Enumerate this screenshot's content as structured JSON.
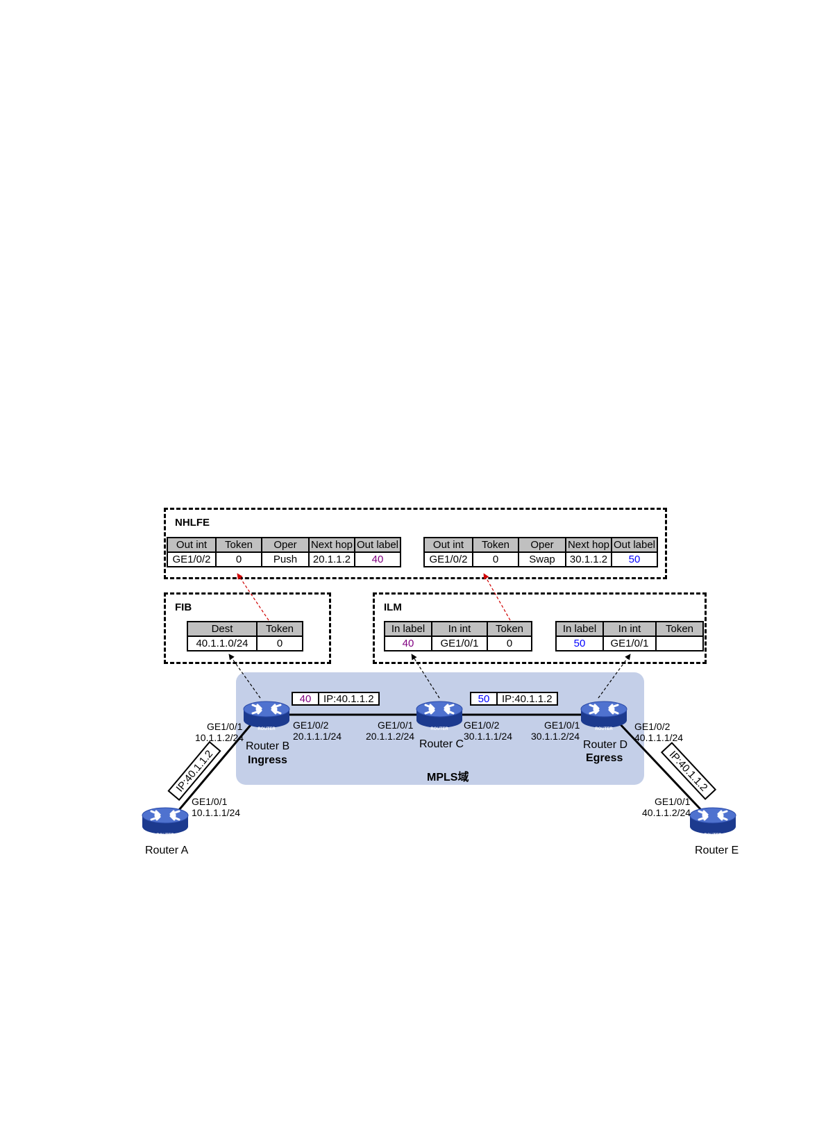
{
  "nhlfe": {
    "title": "NHLFE",
    "headers": [
      "Out int",
      "Token",
      "Oper",
      "Next hop",
      "Out label"
    ],
    "table1": [
      "GE1/0/2",
      "0",
      "Push",
      "20.1.1.2",
      "40"
    ],
    "table2": [
      "GE1/0/2",
      "0",
      "Swap",
      "30.1.1.2",
      "50"
    ]
  },
  "fib": {
    "title": "FIB",
    "headers": [
      "Dest",
      "Token"
    ],
    "row": [
      "40.1.1.0/24",
      "0"
    ]
  },
  "ilm": {
    "title": "ILM",
    "headers": [
      "In label",
      "In int",
      "Token"
    ],
    "table1": [
      "40",
      "GE1/0/1",
      "0"
    ],
    "table2": [
      "50",
      "GE1/0/1",
      ""
    ]
  },
  "domain": {
    "label": "MPLS域",
    "color": "#c4cfe8"
  },
  "packets": {
    "bc": {
      "label": "40",
      "ip": "IP:40.1.1.2"
    },
    "cd": {
      "label": "50",
      "ip": "IP:40.1.1.2"
    },
    "ab": "IP:40.1.1.2",
    "de": "IP:40.1.1.2"
  },
  "routers": {
    "icon_text": "ROUTER",
    "a": {
      "name": "Router A",
      "iface": "GE1/0/1",
      "ip": "10.1.1.1/24"
    },
    "b": {
      "name": "Router B",
      "role": "Ingress",
      "iface1": "GE1/0/1",
      "ip1": "10.1.1.2/24",
      "iface2": "GE1/0/2",
      "ip2": "20.1.1.1/24"
    },
    "c": {
      "name": "Router C",
      "iface1": "GE1/0/1",
      "ip1": "20.1.1.2/24",
      "iface2": "GE1/0/2",
      "ip2": "30.1.1.1/24"
    },
    "d": {
      "name": "Router D",
      "role": "Egress",
      "iface1": "GE1/0/1",
      "ip1": "30.1.1.2/24",
      "iface2": "GE1/0/2",
      "ip2": "40.1.1.1/24"
    },
    "e": {
      "name": "Router E",
      "iface": "GE1/0/1",
      "ip": "40.1.1.2/24"
    }
  },
  "colors": {
    "label_40": "#800080",
    "label_50": "#0000ff",
    "ilm_arrow": "#d00000",
    "router_blue": "#2a4aa8"
  }
}
